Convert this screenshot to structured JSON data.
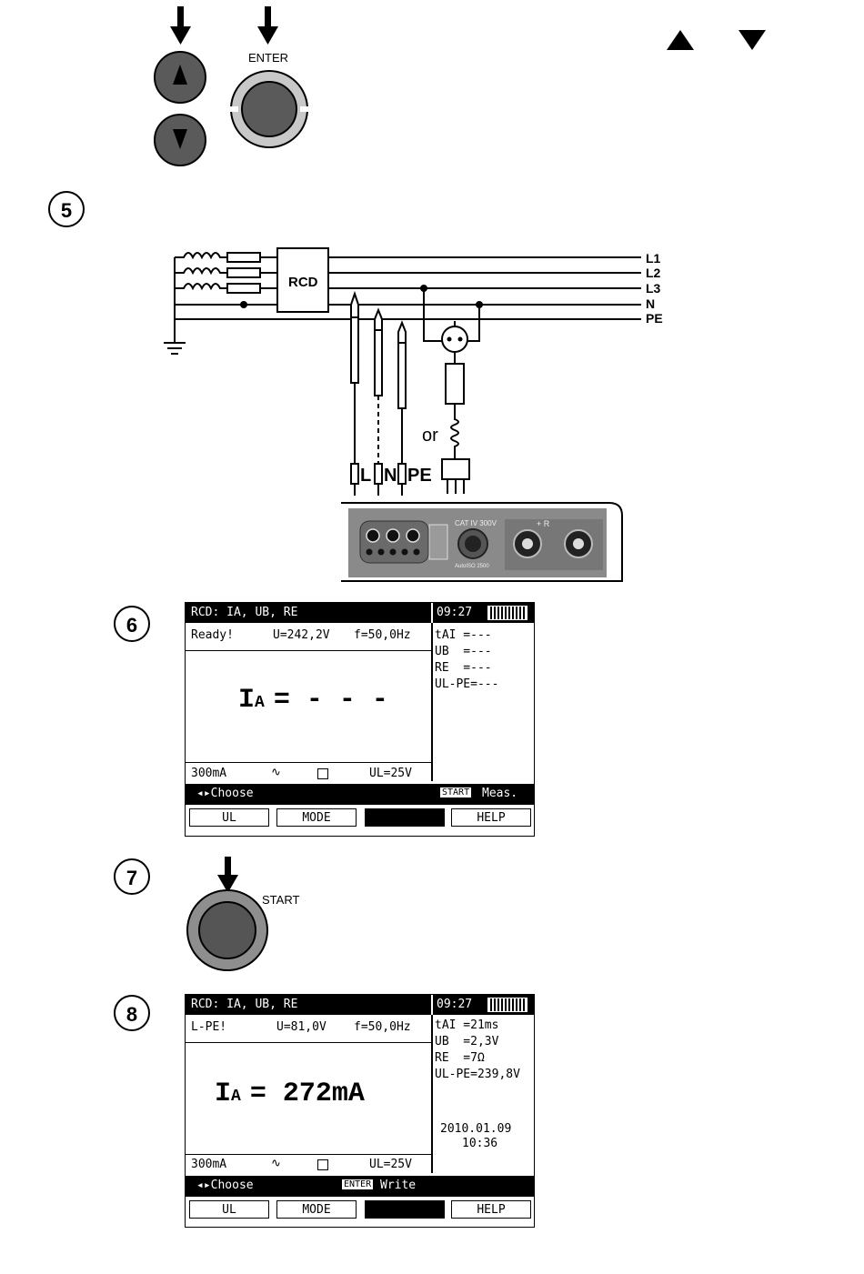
{
  "colors": {
    "ink": "#000000",
    "button_fill": "#5a5a5a",
    "button_ring": "#c8c8c8",
    "panel": "#8a8a8a",
    "lcd_bg": "#ffffff"
  },
  "top": {
    "enter_label": "ENTER"
  },
  "steps": {
    "s5": "5",
    "s6": "6",
    "s7": "7",
    "s8": "8"
  },
  "wiring": {
    "rcd": "RCD",
    "lines": [
      "L1",
      "L2",
      "L3",
      "N",
      "PE"
    ],
    "or": "or",
    "probe_labels": [
      "L",
      "N",
      "PE"
    ],
    "panel_cat": "CAT IV 300V",
    "panel_riso": "+ R",
    "panel_autoiso": "AutoISO 2500"
  },
  "start_label": "START",
  "screen6": {
    "title": "RCD: IA, UB, RE",
    "time": "09:27",
    "status": "Ready!",
    "voltage": "U=242,2V",
    "freq": "f=50,0Hz",
    "main_symbol": "I",
    "main_sub": "A",
    "main_value": "= - - -",
    "side": [
      "tAI =---",
      "UB  =---",
      "RE  =---",
      "UL-PE=---"
    ],
    "bottom_current": "300mA",
    "bottom_ul": "UL=25V",
    "hint_left": "◂▸Choose",
    "hint_key": "START",
    "hint_right": "Meas.",
    "fkeys": [
      "UL",
      "MODE",
      "",
      "HELP"
    ]
  },
  "screen8": {
    "title": "RCD: IA, UB, RE",
    "time": "09:27",
    "status": "L-PE!",
    "voltage": "U=81,0V",
    "freq": "f=50,0Hz",
    "main_symbol": "I",
    "main_sub": "A",
    "main_value": "= 272mA",
    "side": [
      "tAI =21ms",
      "UB  =2,3V",
      "RE  =7Ω",
      "UL-PE=239,8V"
    ],
    "date": "2010.01.09",
    "clock": "10:36",
    "bottom_current": "300mA",
    "bottom_ul": "UL=25V",
    "hint_left": "◂▸Choose",
    "hint_key": "ENTER",
    "hint_right": "Write",
    "fkeys": [
      "UL",
      "MODE",
      "",
      "HELP"
    ]
  }
}
